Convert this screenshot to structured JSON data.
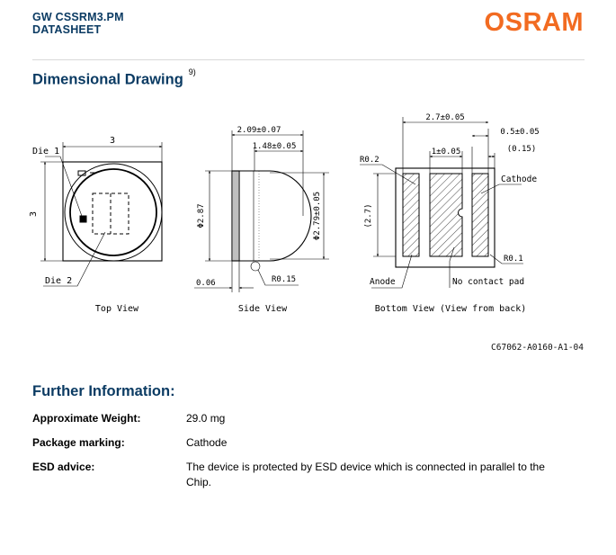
{
  "header": {
    "product": "GW CSSRM3.PM",
    "doc_type": "DATASHEET",
    "logo_text": "OSRAM",
    "logo_color": "#f26b21",
    "title_color": "#0b3b63"
  },
  "dimensional": {
    "title": "Dimensional Drawing",
    "footnote": "9)",
    "top_view": {
      "caption": "Top View",
      "width_dim": "3",
      "height_dim": "3",
      "die1": "Die 1",
      "die2": "Die 2"
    },
    "side_view": {
      "caption": "Side View",
      "dim_209": "2.09±0.07",
      "dim_148": "1.48±0.05",
      "dim_287": "Φ2.87",
      "dim_279": "Φ2.79±0.05",
      "dim_006": "0.06",
      "dim_r015": "R0.15"
    },
    "bottom_view": {
      "caption": "Bottom View (View from back)",
      "dim_27": "2.7±0.05",
      "dim_05": "0.5±0.05",
      "dim_1": "1±0.05",
      "dim_015": "(0.15)",
      "dim_27p": "(2.7)",
      "r02": "R0.2",
      "r01": "R0.1",
      "cathode": "Cathode",
      "anode": "Anode",
      "no_contact": "No contact pad"
    },
    "drawing_code": "C67062-A0160-A1-04"
  },
  "further": {
    "title": "Further Information:",
    "rows": [
      {
        "label": "Approximate Weight:",
        "value": "29.0 mg"
      },
      {
        "label": "Package marking:",
        "value": "Cathode"
      },
      {
        "label": "ESD advice:",
        "value": "The device is protected by ESD device which is connected in parallel to the Chip."
      }
    ]
  }
}
